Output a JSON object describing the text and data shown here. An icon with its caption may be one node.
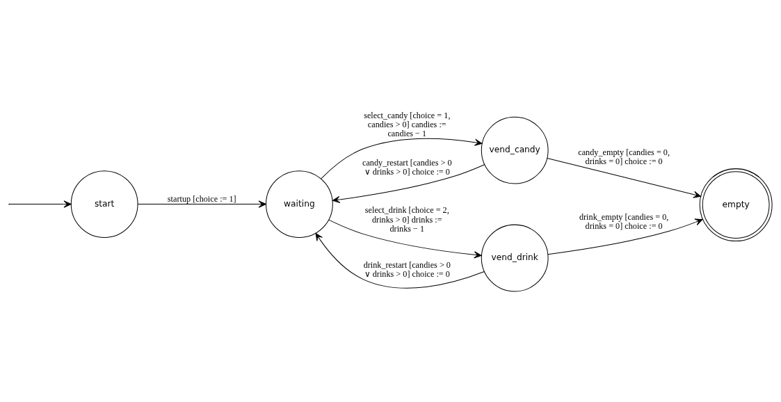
{
  "diagram": {
    "nodes": [
      {
        "text": [
          "start"
        ]
      },
      {
        "text": [
          "waiting"
        ]
      },
      {
        "text": [
          "vend_candy"
        ]
      },
      {
        "text": [
          "vend_drink"
        ]
      },
      {
        "text": [
          "empty"
        ]
      }
    ],
    "edges": [
      {
        "from": null,
        "to": 0,
        "arrow": "to"
      },
      {
        "from": 0,
        "to": 1,
        "arrow": "to",
        "label": "startup [choice := 1]"
      },
      {
        "from": 1,
        "to": 2,
        "arrow": "to",
        "label": "select_candy [choice = 1, candies > 0] candies := candies − 1"
      },
      {
        "from": 2,
        "to": 1,
        "arrow": "to",
        "label": "candy_restart [candies > 0 ∨ drinks > 0] choice := 0"
      },
      {
        "from": 2,
        "to": 4,
        "arrow": "to",
        "label": "candy_empty [candies = 0, drinks = 0] choice := 0"
      },
      {
        "from": 1,
        "to": 3,
        "arrow": "to",
        "label": "select_drink [choice = 2, drinks > 0] drinks := drinks − 1"
      },
      {
        "from": 3,
        "to": 1,
        "arrow": "to",
        "label": "drink_restart [candies > 0 ∨ drinks > 0] choice := 0"
      },
      {
        "from": 3,
        "to": 4,
        "arrow": "to",
        "label": "drink_empty [candies = 0, drinks = 0] choice := 0"
      }
    ]
  }
}
